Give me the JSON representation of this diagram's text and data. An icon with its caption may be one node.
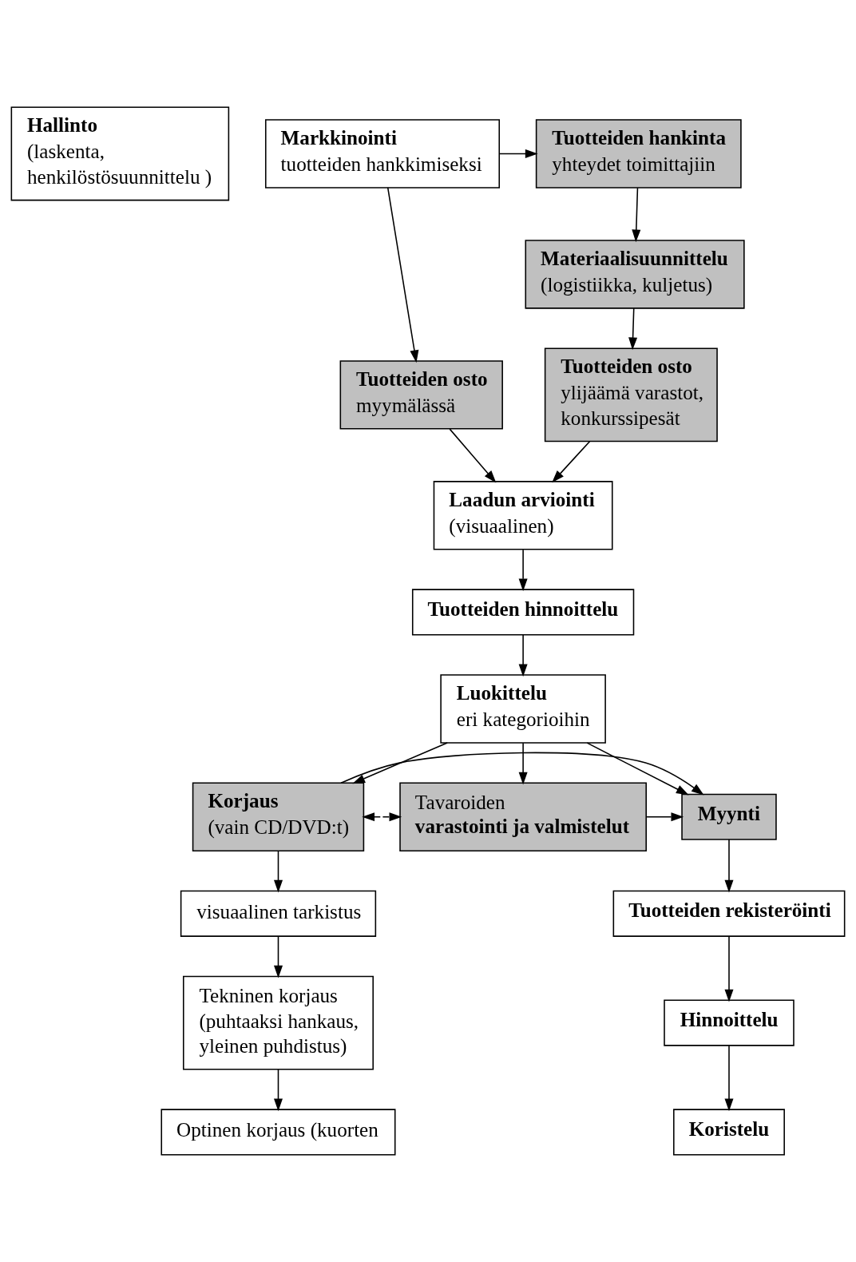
{
  "diagram": {
    "nodes": [
      {
        "text": [
          "Hallinto",
          "(laskenta, henkilöstösuunnittelu )"
        ]
      },
      {
        "text": [
          "Markkinointi",
          "tuotteiden hankkimiseksi"
        ]
      },
      {
        "text": [
          "Tuotteiden hankinta",
          "yhteydet toimittajiin"
        ]
      },
      {
        "text": [
          "Materiaalisuunnittelu",
          "(logistiikka, kuljetus)"
        ]
      },
      {
        "text": [
          "Tuotteiden osto",
          "myymälässä"
        ]
      },
      {
        "text": [
          "Tuotteiden osto",
          "ylijäämä varastot, konkurssipesät"
        ]
      },
      {
        "text": [
          "Laadun arviointi",
          "(visuaalinen)"
        ]
      },
      {
        "text": [
          "Tuotteiden hinnoittelu"
        ]
      },
      {
        "text": [
          "Luokittelu",
          "eri kategorioihin"
        ]
      },
      {
        "text": [
          "Korjaus",
          "(vain CD/DVD:t)"
        ]
      },
      {
        "text": [
          "Tavaroiden",
          "varastointi ja valmistelut"
        ]
      },
      {
        "text": [
          "Myynti"
        ]
      },
      {
        "text": [
          "visuaalinen tarkistus"
        ]
      },
      {
        "text": [
          "Tekninen korjaus (puhtaaksi hankaus, yleinen puhdistus)"
        ]
      },
      {
        "text": [
          "Optinen korjaus (kuorten"
        ]
      },
      {
        "text": [
          "Tuotteiden rekisteröinti"
        ]
      },
      {
        "text": [
          "Hinnoittelu"
        ]
      },
      {
        "text": [
          "Koristelu"
        ]
      }
    ],
    "edges": [
      {
        "from": 1,
        "to": 2,
        "arrow": "to"
      },
      {
        "from": 1,
        "to": 4,
        "arrow": "to"
      },
      {
        "from": 2,
        "to": 3,
        "arrow": "to"
      },
      {
        "from": 3,
        "to": 5,
        "arrow": "to"
      },
      {
        "from": 4,
        "to": 6,
        "arrow": "to"
      },
      {
        "from": 5,
        "to": 6,
        "arrow": "to"
      },
      {
        "from": 6,
        "to": 7,
        "arrow": "to"
      },
      {
        "from": 7,
        "to": 8,
        "arrow": "to"
      },
      {
        "from": 8,
        "to": 9,
        "arrow": "to"
      },
      {
        "from": 8,
        "to": 11,
        "arrow": "to"
      },
      {
        "from": 8,
        "to": 10,
        "arrow": "to"
      },
      {
        "from": 9,
        "to": 10,
        "arrow": "both",
        "style": "dashed"
      },
      {
        "from": 9,
        "to": 11,
        "arrow": "to"
      },
      {
        "from": 10,
        "to": 11,
        "arrow": "to"
      },
      {
        "from": 9,
        "to": 12,
        "arrow": "to"
      },
      {
        "from": 12,
        "to": 13,
        "arrow": "to"
      },
      {
        "from": 13,
        "to": 14,
        "arrow": "to"
      },
      {
        "from": 11,
        "to": 15,
        "arrow": "to"
      },
      {
        "from": 15,
        "to": 16,
        "arrow": "to"
      },
      {
        "from": 16,
        "to": 17,
        "arrow": "to"
      }
    ]
  }
}
